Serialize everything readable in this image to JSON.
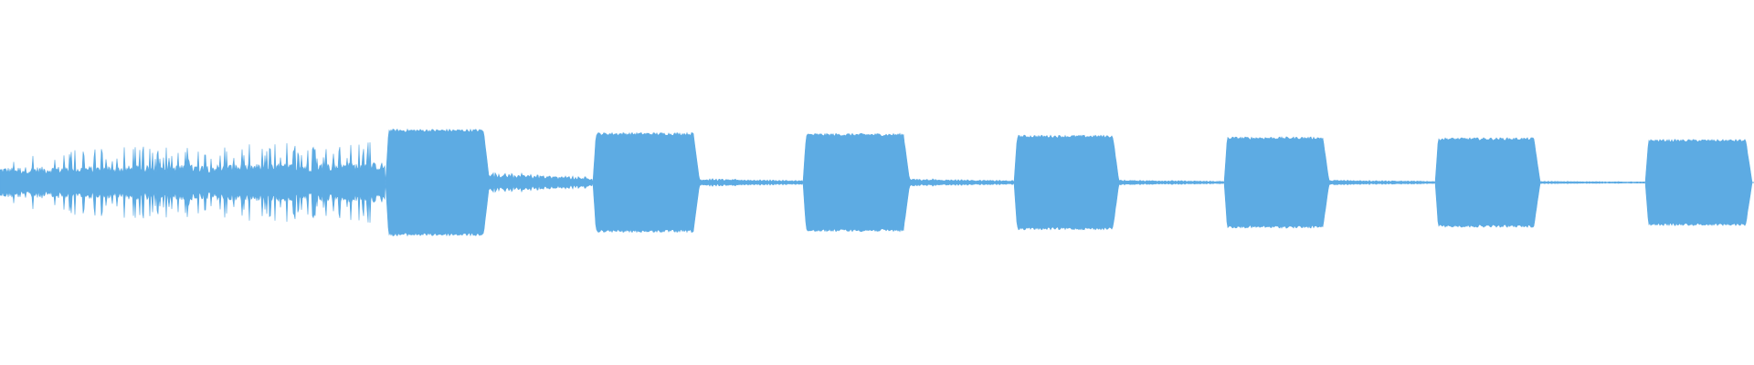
{
  "waveform": {
    "color": "#5dabe3",
    "background": "#ffffff",
    "segments": [
      {
        "kind": "noise",
        "start": 0.0,
        "end": 0.22,
        "amp": 0.34,
        "spikiness": 0.5
      },
      {
        "kind": "block",
        "start": 0.22,
        "end": 0.279,
        "amp": 0.62,
        "tail_end": 0.338,
        "tail_amp": 0.08
      },
      {
        "kind": "block",
        "start": 0.338,
        "end": 0.399,
        "amp": 0.58,
        "tail_end": 0.458,
        "tail_amp": 0.03
      },
      {
        "kind": "block",
        "start": 0.458,
        "end": 0.519,
        "amp": 0.57,
        "tail_end": 0.578,
        "tail_amp": 0.03
      },
      {
        "kind": "block",
        "start": 0.578,
        "end": 0.638,
        "amp": 0.55,
        "tail_end": 0.698,
        "tail_amp": 0.02
      },
      {
        "kind": "block",
        "start": 0.698,
        "end": 0.758,
        "amp": 0.53,
        "tail_end": 0.818,
        "tail_amp": 0.02
      },
      {
        "kind": "block",
        "start": 0.818,
        "end": 0.878,
        "amp": 0.52,
        "tail_end": 0.938,
        "tail_amp": 0.01
      },
      {
        "kind": "block",
        "start": 0.938,
        "end": 0.999,
        "amp": 0.5,
        "tail_end": 1.0,
        "tail_amp": 0.0
      }
    ]
  }
}
